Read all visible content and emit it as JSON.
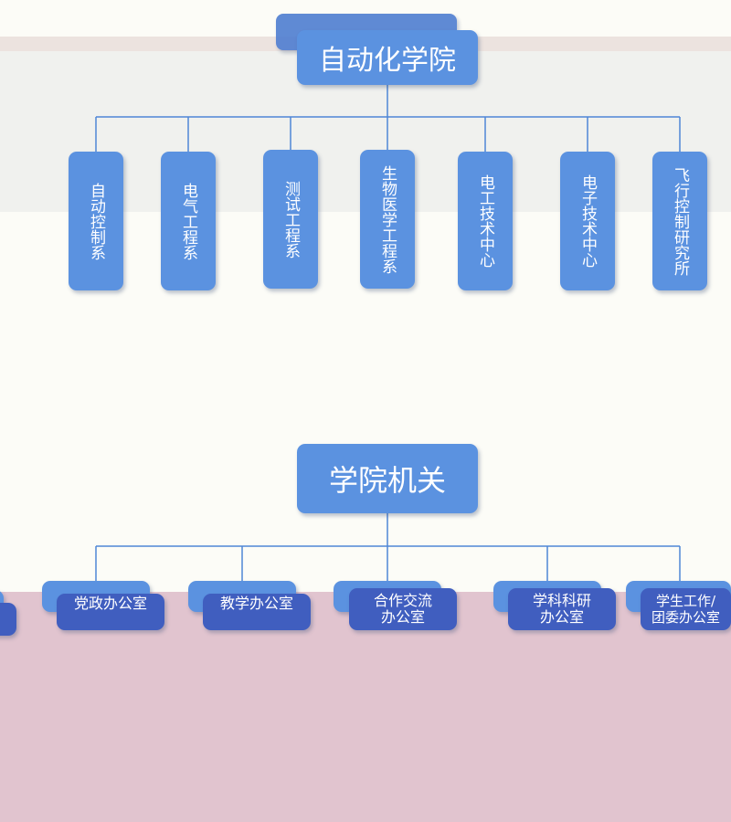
{
  "colors": {
    "box": "#5b92e0",
    "box_dark": "#405ebf",
    "line": "#4f86d6",
    "band_top": "#f0f1ee",
    "band_bottom": "#e1c4cf"
  },
  "college": {
    "title": "自动化学院",
    "departments": [
      "自动控制系",
      "电气工程系",
      "测试工程系",
      "生物医学工程系",
      "电工技术中心",
      "电子技术中心",
      "飞行控制研究所"
    ]
  },
  "offices_root": {
    "title": "学院机关",
    "offices": [
      {
        "line1": "党政办公室",
        "line2": ""
      },
      {
        "line1": "教学办公室",
        "line2": ""
      },
      {
        "line1": "合作交流",
        "line2": "办公室"
      },
      {
        "line1": "学科科研",
        "line2": "办公室"
      },
      {
        "line1": "学生工作/",
        "line2": "团委办公室"
      }
    ]
  }
}
